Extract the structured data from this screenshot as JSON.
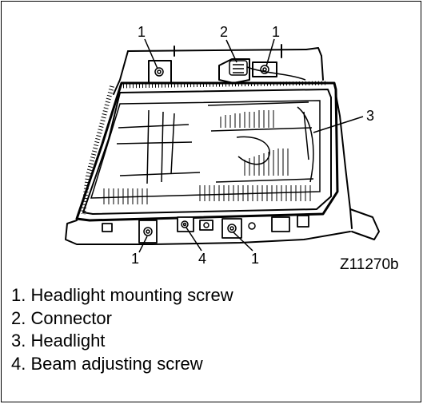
{
  "figure": {
    "id": "Z11270b",
    "callouts": [
      "1",
      "2",
      "1",
      "3",
      "1",
      "4",
      "1"
    ]
  },
  "legend": [
    {
      "label": "1. Headlight mounting screw"
    },
    {
      "label": "2. Connector"
    },
    {
      "label": "3. Headlight"
    },
    {
      "label": "4. Beam adjusting screw"
    }
  ]
}
